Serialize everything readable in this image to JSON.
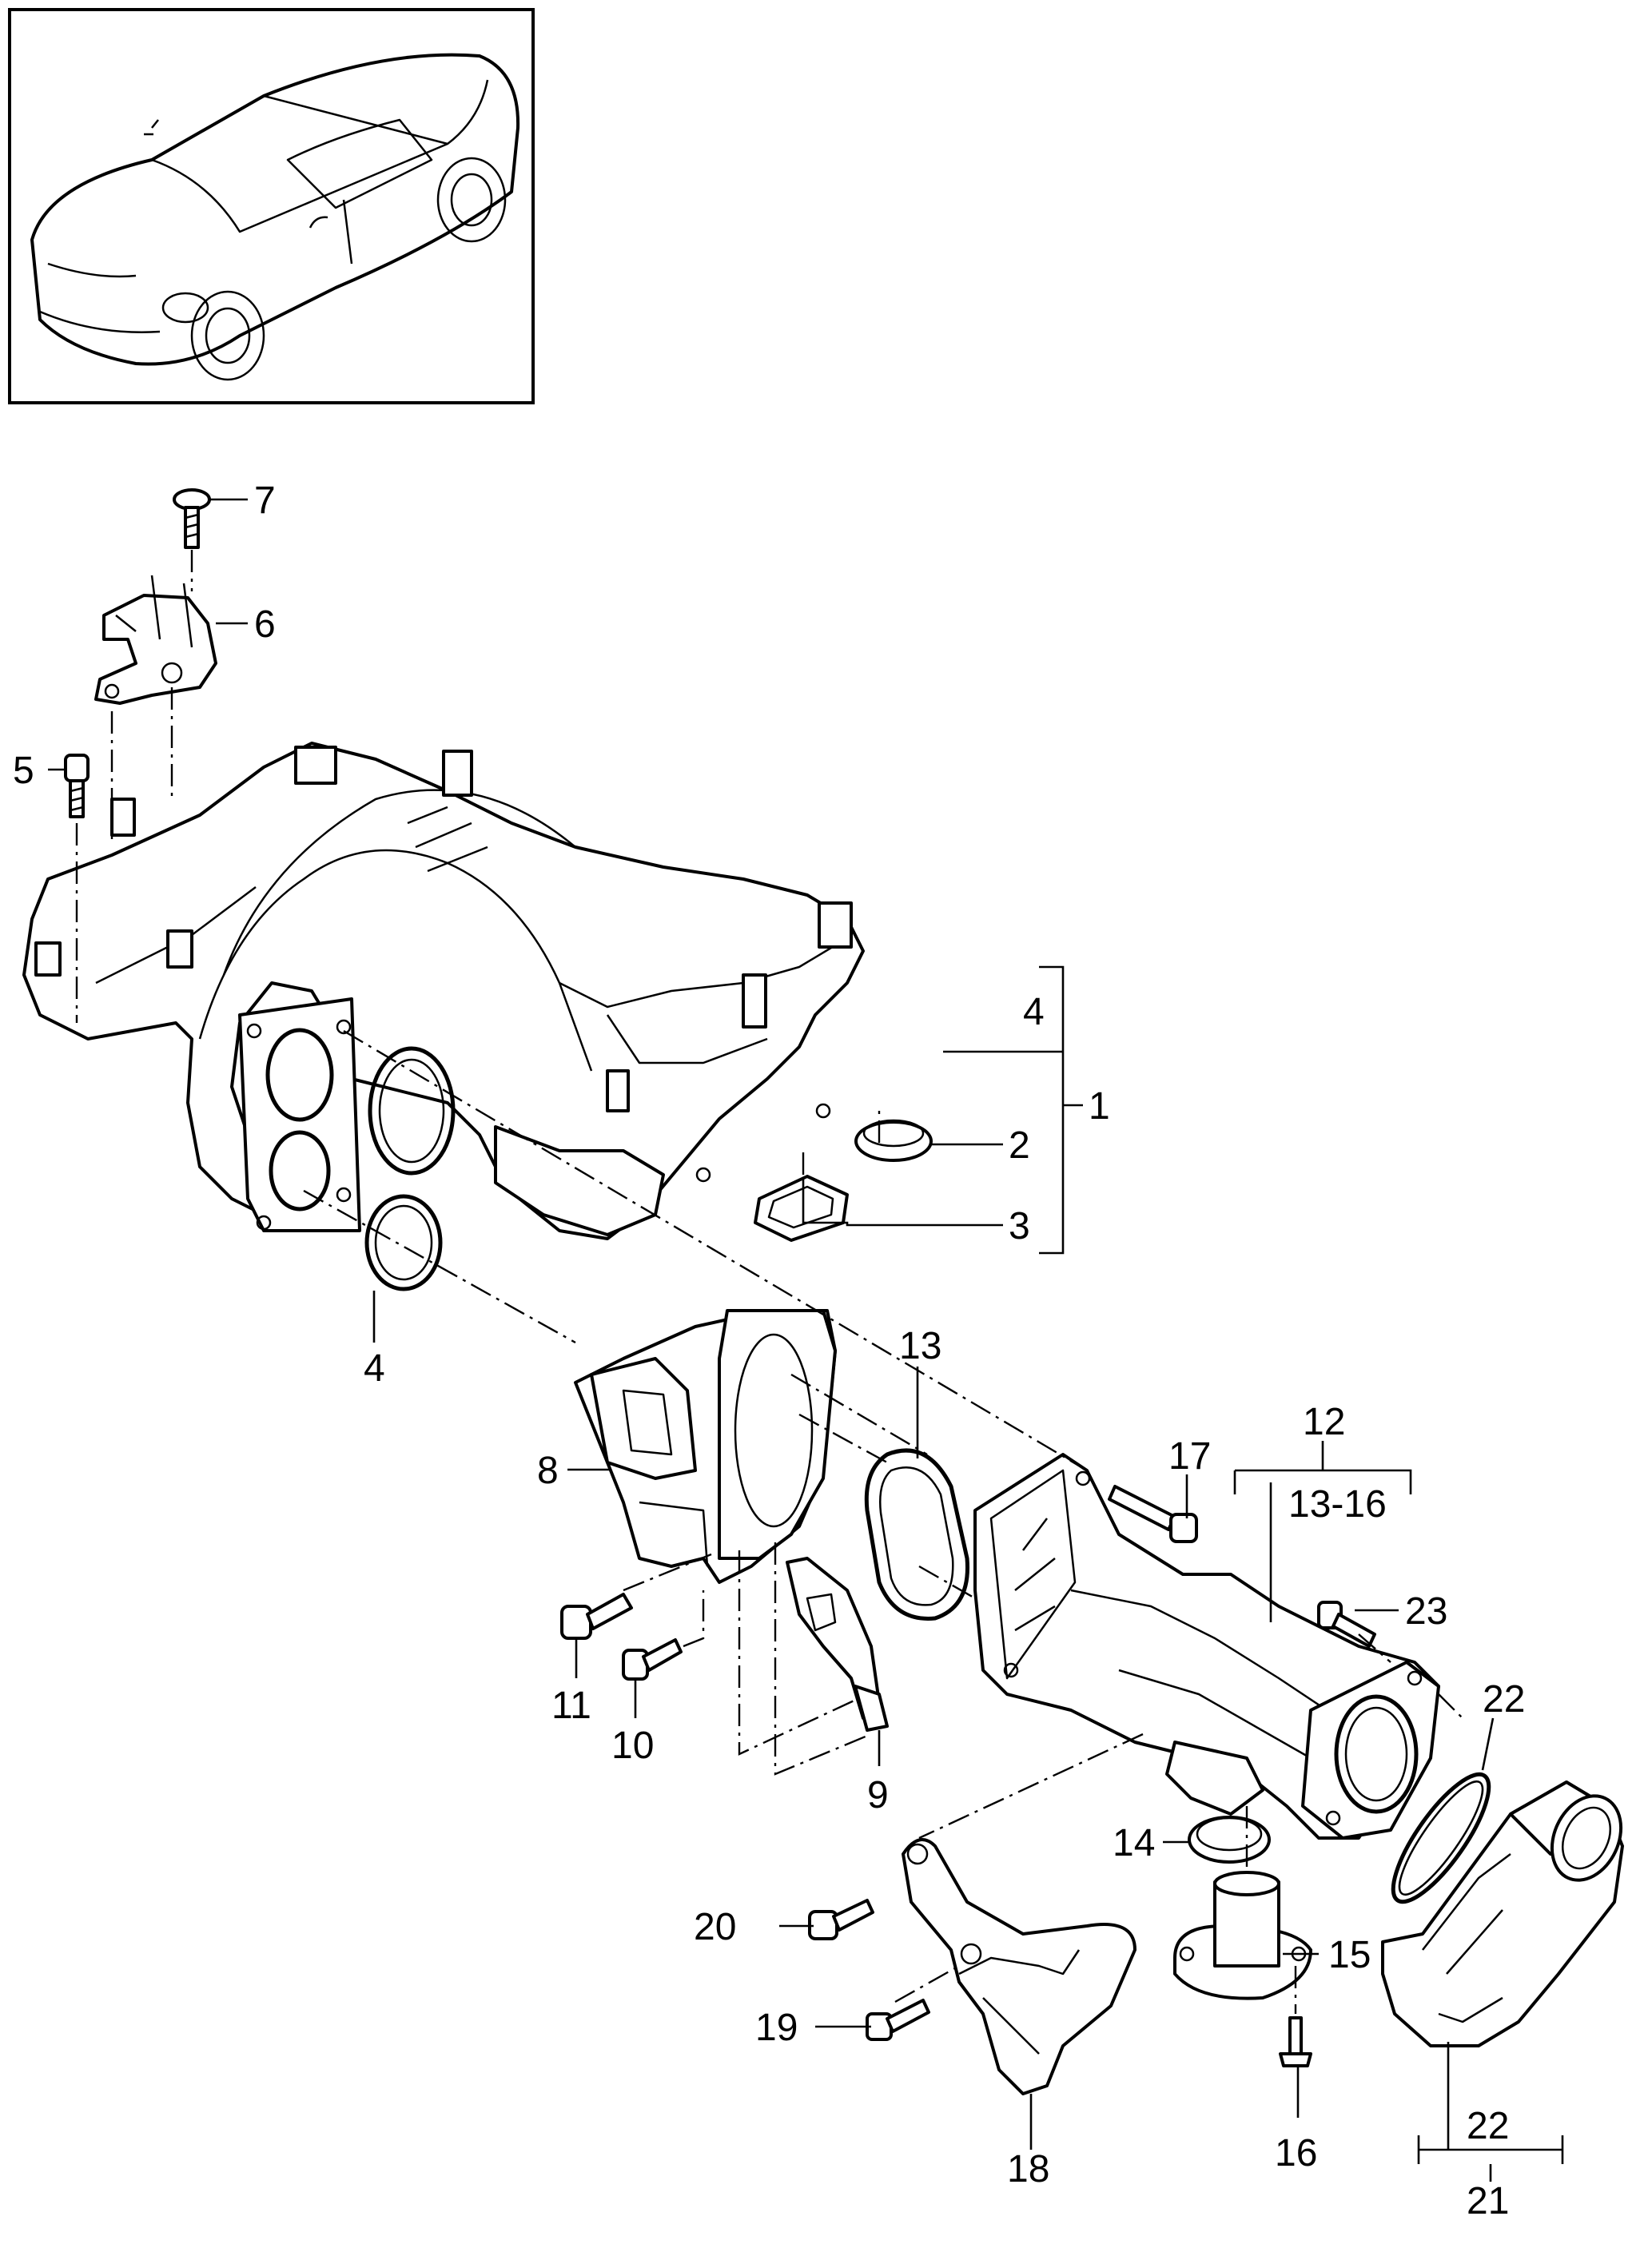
{
  "callouts": {
    "c1": "1",
    "c2": "2",
    "c3": "3",
    "c4a": "4",
    "c4b": "4",
    "c5": "5",
    "c6": "6",
    "c7": "7",
    "c8": "8",
    "c9": "9",
    "c10": "10",
    "c11": "11",
    "c12": "12",
    "c12range": "13-16",
    "c13": "13",
    "c14": "14",
    "c15": "15",
    "c16": "16",
    "c17": "17",
    "c18": "18",
    "c19": "19",
    "c20": "20",
    "c21": "21",
    "c22a": "22",
    "c22b": "22",
    "c23": "23"
  },
  "icons": {
    "thumbnail": "vehicle-thumbnail-icon",
    "manifold": "intake-manifold-icon",
    "throttle": "throttle-body-icon",
    "pipe": "intake-pipe-icon"
  }
}
